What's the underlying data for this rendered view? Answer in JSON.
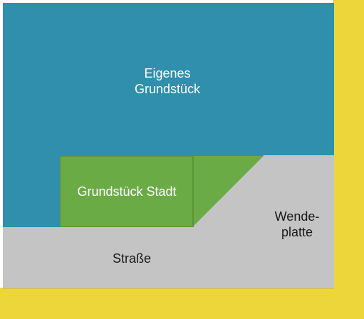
{
  "colors": {
    "own_plot": "#2f8fad",
    "city_plot": "#6bab45",
    "city_plot_edge": "#5a9438",
    "street": "#c4c4c4",
    "border": "#ecd63a",
    "border_dark": "#d8c22a"
  },
  "areas": {
    "own_plot": {
      "lines": [
        "Eigenes",
        "Grundstück"
      ]
    },
    "city_plot": {
      "label": "Grundstück Stadt"
    },
    "turning_area": {
      "lines": [
        "Wende-",
        "platte"
      ]
    },
    "street": {
      "label": "Straße"
    }
  }
}
